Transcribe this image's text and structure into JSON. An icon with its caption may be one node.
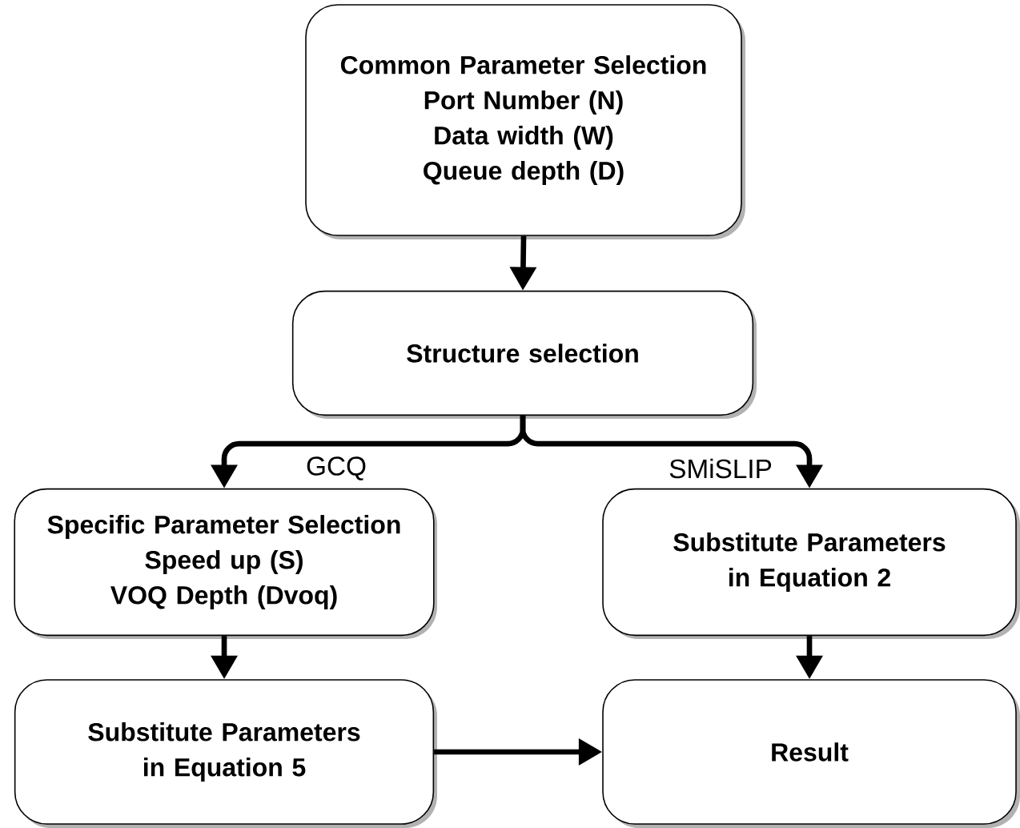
{
  "diagram": {
    "nodes": [
      {
        "text": [
          "Common Parameter Selection",
          "Port Number (N)",
          "Data width (W)",
          "Queue depth (D)"
        ]
      },
      {
        "text": [
          "Structure selection"
        ]
      },
      {
        "text": [
          "Specific Parameter Selection",
          "Speed up (S)",
          "VOQ Depth (Dvoq)"
        ]
      },
      {
        "text": [
          "Substitute Parameters in Equation 2"
        ]
      },
      {
        "text": [
          "Substitute Parameters in Equation 5"
        ]
      },
      {
        "text": [
          "Result"
        ]
      }
    ],
    "edges": [
      {
        "from": 0,
        "to": 1,
        "arrow": "to"
      },
      {
        "from": 1,
        "to": 2,
        "arrow": "to",
        "label": "GCQ"
      },
      {
        "from": 1,
        "to": 3,
        "arrow": "to",
        "label": "SMiSLIP"
      },
      {
        "from": 2,
        "to": 4,
        "arrow": "to"
      },
      {
        "from": 3,
        "to": 5,
        "arrow": "to"
      },
      {
        "from": 4,
        "to": 5,
        "arrow": "to"
      }
    ]
  }
}
